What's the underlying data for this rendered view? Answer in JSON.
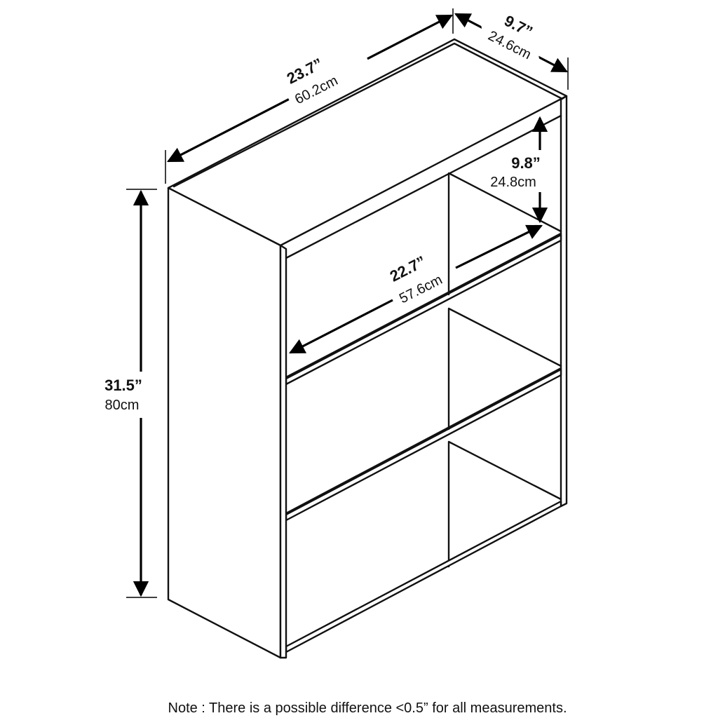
{
  "dimensions": {
    "width": {
      "imperial": "23.7”",
      "metric": "60.2cm"
    },
    "depth": {
      "imperial": "9.7”",
      "metric": "24.6cm"
    },
    "height": {
      "imperial": "31.5”",
      "metric": "80cm"
    },
    "shelf_spacing": {
      "imperial": "9.8”",
      "metric": "24.8cm"
    },
    "shelf_width": {
      "imperial": "22.7”",
      "metric": "57.6cm"
    }
  },
  "note": "Note : There is a possible difference <0.5” for all measurements."
}
